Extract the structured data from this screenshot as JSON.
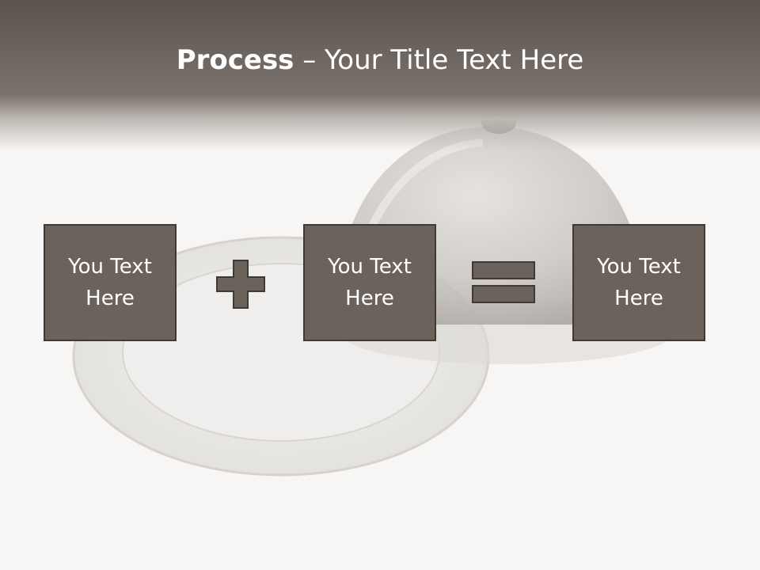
{
  "slide": {
    "title_bold": "Process",
    "title_rest": " – Your Title Text Here",
    "boxes": [
      {
        "line1": "You Text",
        "line2": "Here"
      },
      {
        "line1": "You Text",
        "line2": "Here"
      },
      {
        "line1": "You Text",
        "line2": "Here"
      }
    ],
    "operators": [
      "plus-icon",
      "equals-icon"
    ]
  },
  "colors": {
    "band": "#6b635c",
    "box_fill": "#6b635b",
    "box_border": "#403a35",
    "text": "#ffffff"
  }
}
